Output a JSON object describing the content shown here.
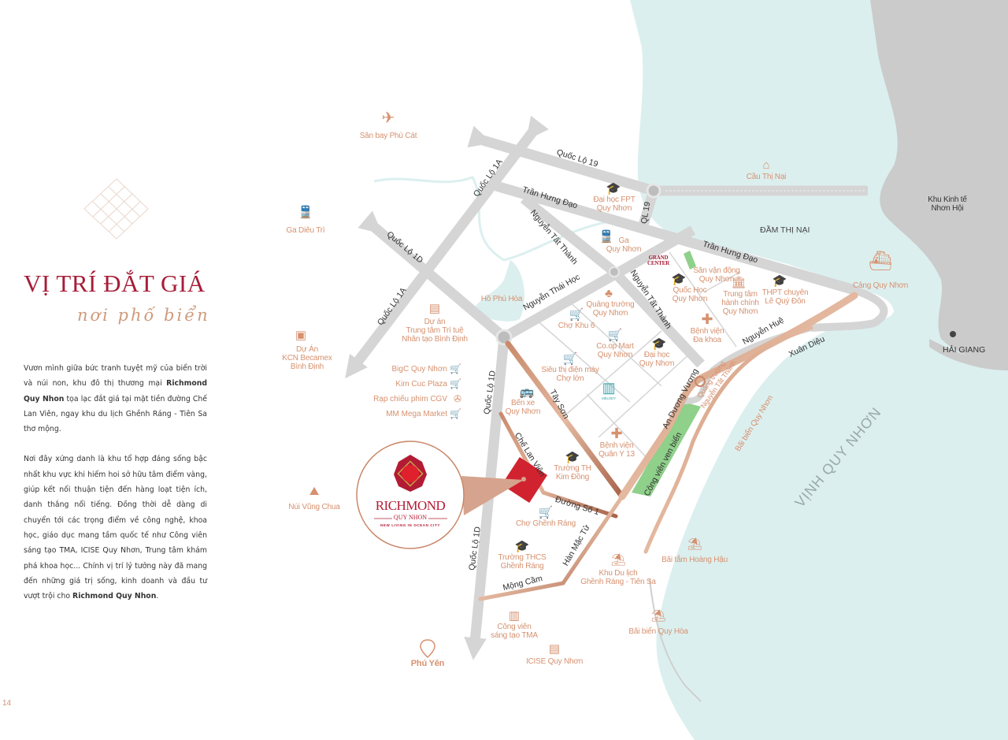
{
  "heading": {
    "title": "VỊ TRÍ ĐẮT GIÁ",
    "subtitle": "nơi phố biển"
  },
  "intro": {
    "p1_a": "Vươn mình giữa bức tranh tuyệt mỹ của biển trời và núi non, khu đô thị thương mại ",
    "p1_brand": "Richmond Quy Nhon",
    "p1_b": " tọa lạc đắt giá tại mặt tiền đường Chế Lan Viên, ngay khu du lịch Ghềnh Ráng - Tiên Sa thơ mộng.",
    "p2_a": "Nơi đây xứng danh là khu tổ hợp đáng sống bậc nhất khu vực khi hiếm hoi sở hữu tâm điểm vàng, giúp kết nối thuận tiện đến hàng loạt tiện ích, danh thắng nổi tiếng. Đồng thời dễ dàng di chuyển tới các trọng điểm về công nghệ, khoa học, giáo dục mang tầm quốc tế như Công viên sáng tạo TMA, ICISE Quy Nhơn, Trung tâm khám phá khoa học... Chính vị trí lý tưởng này đã mang đến những giá trị sống, kinh doanh và đầu tư vượt trội cho ",
    "p2_brand": "Richmond Quy Nhon",
    "p2_b": "."
  },
  "page_number": "14",
  "logo": {
    "name": "RICHMOND",
    "sub": "QUY NHON",
    "tagline": "NEW LIVING IN OCEAN CITY"
  },
  "landmarks": {
    "airport": "Sân bay Phù Cát",
    "ga_dieu_tri": "Ga Diêu Trì",
    "kcn": "Dự Án\nKCN Becamex\nBình Định",
    "nui_vung_chua": "Núi Vũng Chua",
    "ai_center": "Dự án\nTrung tâm Trí tuệ\nNhân tạo Bình Định",
    "ho_phu_hoa": "Hồ Phú Hòa",
    "fpt": "Đại học FPT\nQuy Nhơn",
    "ga_quy_nhon": "Ga\nQuy Nhơn",
    "cau_thi_nai": "Cầu Thị Nại",
    "nhon_hoi": "Khu Kinh tế\nNhơn Hội",
    "cang": "Cảng Quy Nhơn",
    "san_van_dong": "Sân vận động\nQuy Nhơn",
    "quoc_hoc": "Quốc Học\nQuy Nhơn",
    "hanh_chinh": "Trung tâm\nhành chính\nQuy Nhơn",
    "thpt": "THPT chuyên\nLê Quý Đôn",
    "quang_truong": "Quảng trường\nQuy Nhơn",
    "cho_khu_6": "Chợ Khu 6",
    "bv_da_khoa": "Bệnh viện\nĐa khoa",
    "coop": "Co.op Mart\nQuy Nhơn",
    "dh_quy_nhon": "Đại học\nQuy Nhơn",
    "cho_lon": "Siêu thị điện máy\nChợ lớn",
    "ben_xe": "Bến xe\nQuy Nhơn",
    "bv_quan_y": "Bệnh viện\nQuân Y 13",
    "kim_dong": "Trường TH\nKim Đồng",
    "cho_ghenh_rang": "Chợ Ghềnh Ráng",
    "thcs": "Trường THCS\nGhềnh Ráng",
    "khu_du_lich": "Khu Du lịch\nGhềnh Ráng - Tiên Sa",
    "hoang_hau": "Bãi tắm Hoàng Hậu",
    "quy_hoa": "Bãi biển Quy Hòa",
    "tma": "Công viên\nsáng tạo TMA",
    "icise": "ICISE Quy Nhơn",
    "phu_yen": "Phú Yên",
    "qt_ntt": "Quảng trường\nNguyễn Tất Thành",
    "bai_bien_qn": "Bãi biển Quy Nhơn",
    "grand_center": "GRAND\nCENTER",
    "melody": "MELODY"
  },
  "shops": [
    {
      "label": "BigC Quy Nhơn",
      "icon": "cart-icon"
    },
    {
      "label": "Kim Cuc Plaza",
      "icon": "cart-icon"
    },
    {
      "label": "Rạp chiếu phim CGV",
      "icon": "film-reel-icon"
    },
    {
      "label": "MM Mega Market",
      "icon": "cart-icon"
    }
  ],
  "water": {
    "dam_thi_nai": "ĐẦM THỊ NẠI",
    "vinh": "VỊNH QUY NHƠN",
    "hai_giang": "HẢI GIANG"
  },
  "roads": {
    "ql19": "Quốc Lộ 19",
    "ql1a_top": "Quốc Lộ 1A",
    "ql1a_low": "Quốc Lộ 1A",
    "ql1d_nw": "Quốc Lộ 1D",
    "ql1d_mid": "Quốc Lộ 1D",
    "ql1d_low": "Quốc Lộ 1D",
    "thd_left": "Trần Hưng Đạo",
    "thd_right": "Trần Hưng Đạo",
    "ntt_left": "Nguyễn Tất Thành",
    "ntt_right": "Nguyễn Tất Thành",
    "ql19_short": "QL 19",
    "nth": "Nguyễn Thái Học",
    "nguyen_hue": "Nguyễn Huệ",
    "xuan_dieu": "Xuân Diệu",
    "adv": "An Dương Vương",
    "tay_son": "Tây Sơn",
    "clv": "Chế Lan Viên",
    "cong_vien": "Công viên ven biển",
    "duong_so_1": "Đường Số 1",
    "han_mac_tu": "Hàn Mặc Tử",
    "mong_cam": "Mộng Cầm"
  },
  "colors": {
    "brand_red": "#a61d37",
    "copper": "#b87358",
    "label": "#d6916f",
    "sea": "#dcefef",
    "road": "#d5d5d5",
    "park": "#8fd08a",
    "land_gray": "#cbcbcb"
  }
}
